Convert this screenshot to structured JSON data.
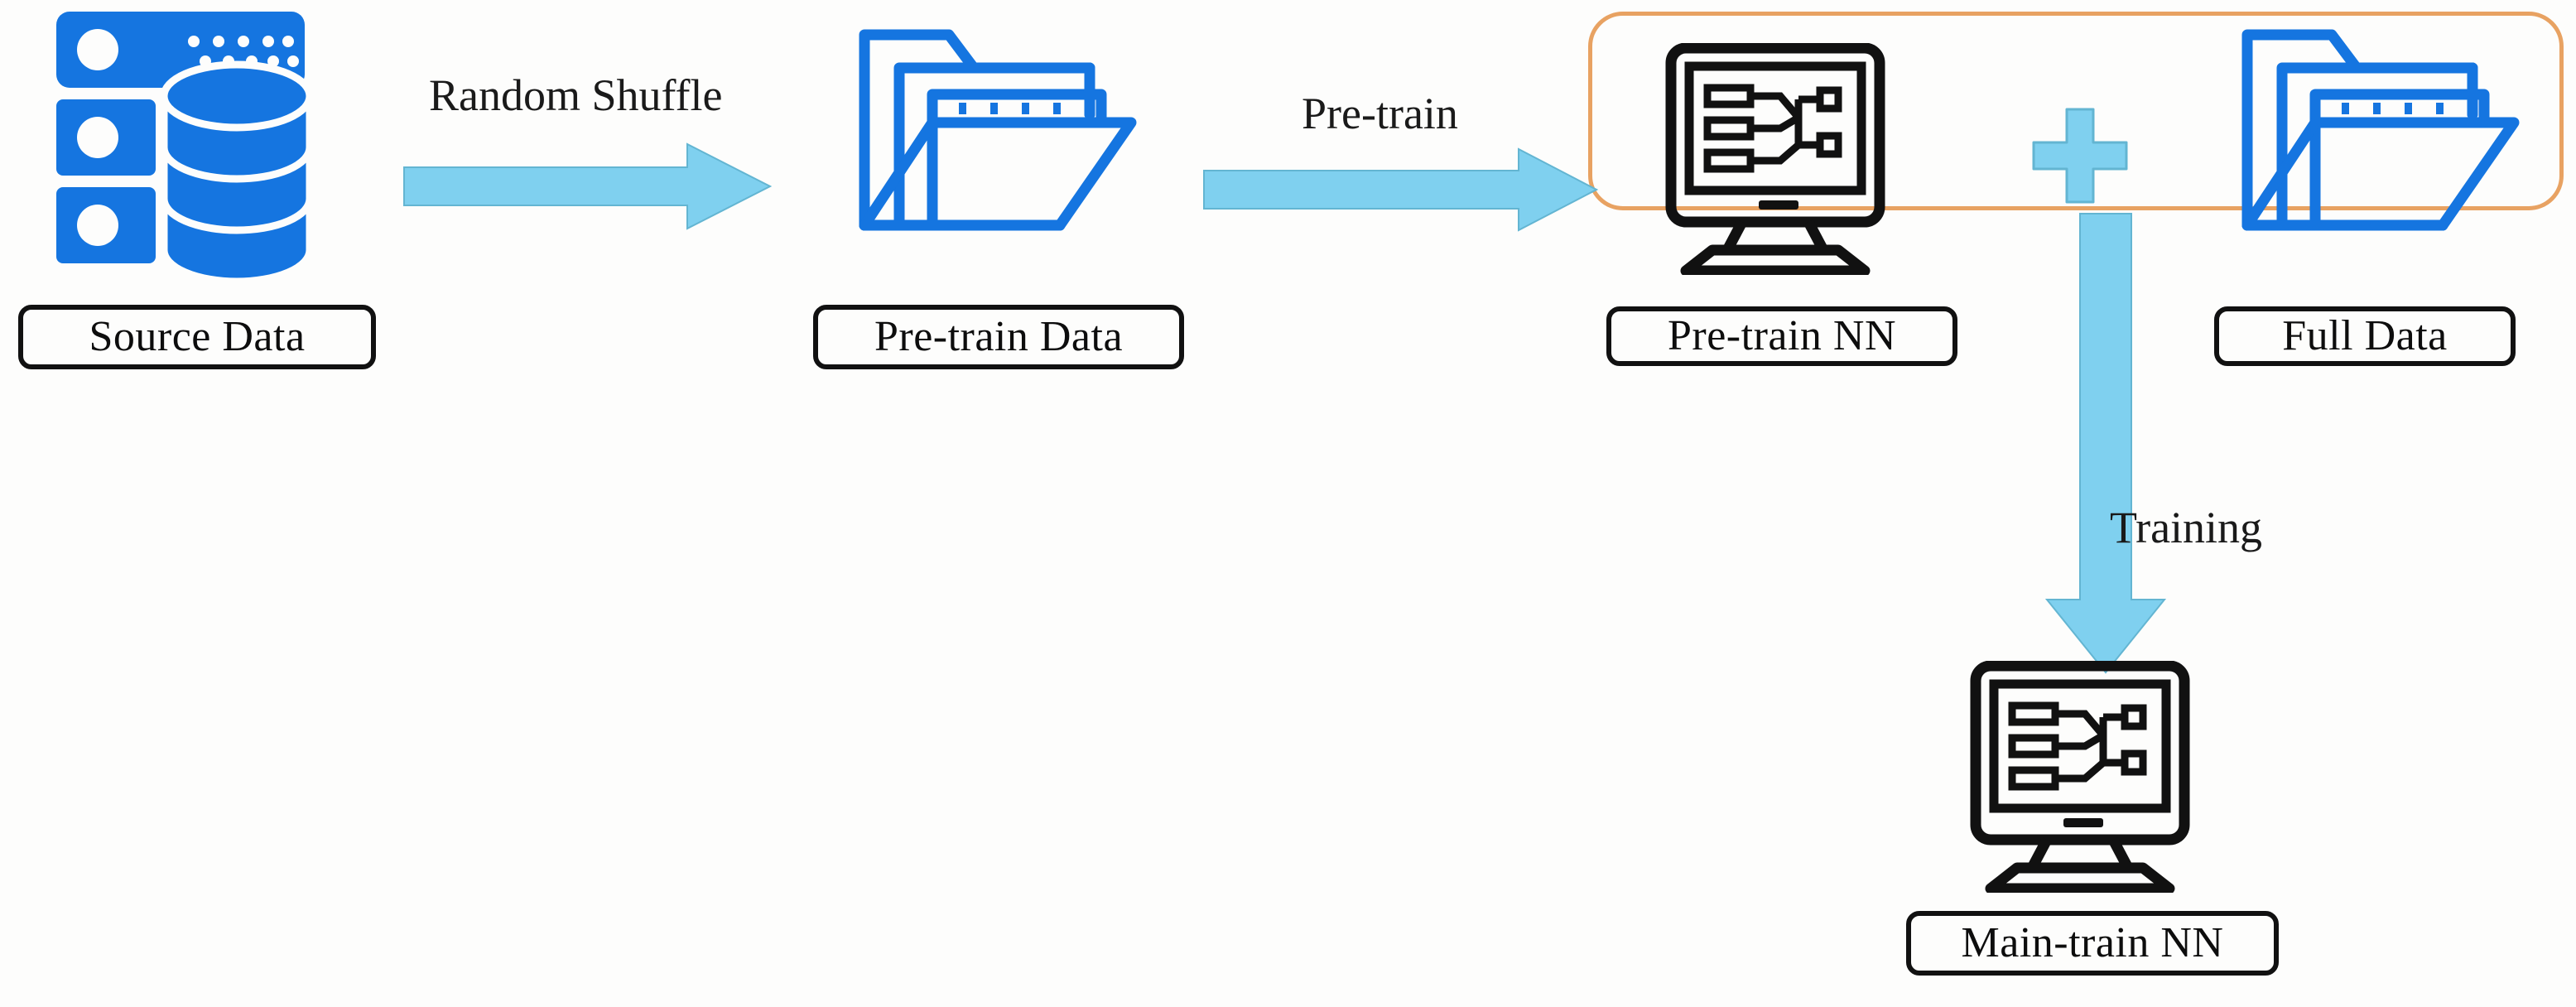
{
  "diagram": {
    "title": "Pre-train and Main-train Neural Network Workflow",
    "background_color": "#fdfdfc",
    "colors": {
      "icon_blue": "#1575e0",
      "arrow_blue": "#7fd0ef",
      "arrow_stroke": "#5aa8c4",
      "group_orange": "#e8a262",
      "text_black": "#111111"
    }
  },
  "nodes": {
    "source_data": {
      "label": "Source Data",
      "icon": "database-server-icon"
    },
    "pretrain_data": {
      "label": "Pre-train Data",
      "icon": "folder-stack-icon"
    },
    "pretrain_nn": {
      "label": "Pre-train NN",
      "icon": "monitor-neural-network-icon"
    },
    "full_data": {
      "label": "Full Data",
      "icon": "folder-stack-icon"
    },
    "main_train_nn": {
      "label": "Main-train NN",
      "icon": "monitor-neural-network-icon"
    }
  },
  "edges": {
    "random_shuffle": {
      "label": "Random Shuffle",
      "direction": "right",
      "from": "source_data",
      "to": "pretrain_data"
    },
    "pre_train": {
      "label": "Pre-train",
      "direction": "right",
      "from": "pretrain_data",
      "to": "pretrain_nn"
    },
    "training": {
      "label": "Training",
      "direction": "down",
      "from": "combine_group",
      "to": "main_train_nn"
    }
  },
  "operators": {
    "combine_plus": {
      "label": "+",
      "icon": "plus-icon"
    }
  },
  "groups": {
    "combine_group": {
      "label": "",
      "members": [
        "pretrain_nn",
        "full_data"
      ],
      "border_color": "#e8a262"
    }
  }
}
